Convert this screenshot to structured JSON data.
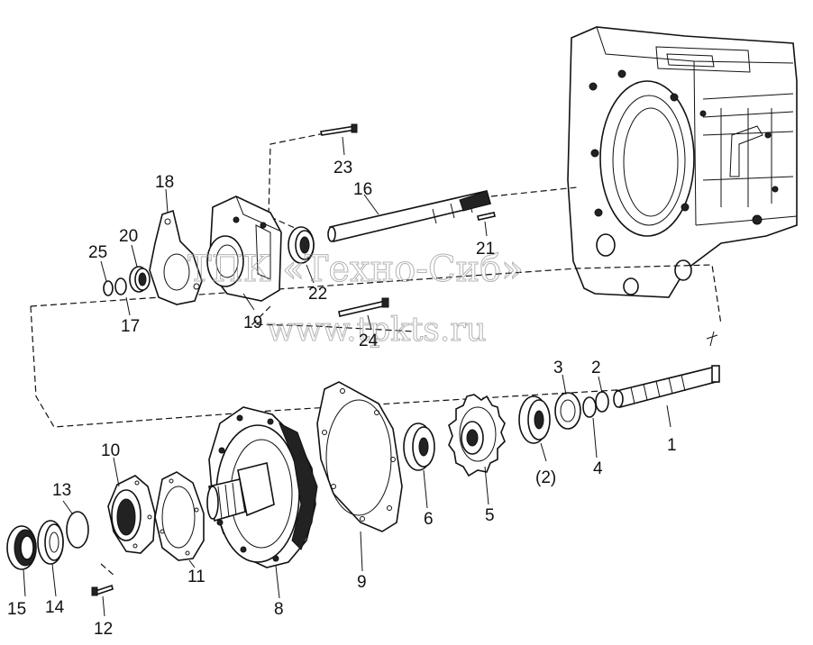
{
  "watermark": {
    "company": "ТПК «Техно-Сиб»",
    "site": "www.tpkts.ru"
  },
  "callouts": [
    {
      "text": "1"
    },
    {
      "text": "2"
    },
    {
      "text": "(2)"
    },
    {
      "text": "3"
    },
    {
      "text": "4"
    },
    {
      "text": "5"
    },
    {
      "text": "6"
    },
    {
      "text": "8"
    },
    {
      "text": "9"
    },
    {
      "text": "10"
    },
    {
      "text": "11"
    },
    {
      "text": "12"
    },
    {
      "text": "13"
    },
    {
      "text": "14"
    },
    {
      "text": "15"
    },
    {
      "text": "16"
    },
    {
      "text": "17"
    },
    {
      "text": "18"
    },
    {
      "text": "19"
    },
    {
      "text": "20"
    },
    {
      "text": "21"
    },
    {
      "text": "22"
    },
    {
      "text": "23"
    },
    {
      "text": "24"
    },
    {
      "text": "25"
    }
  ]
}
